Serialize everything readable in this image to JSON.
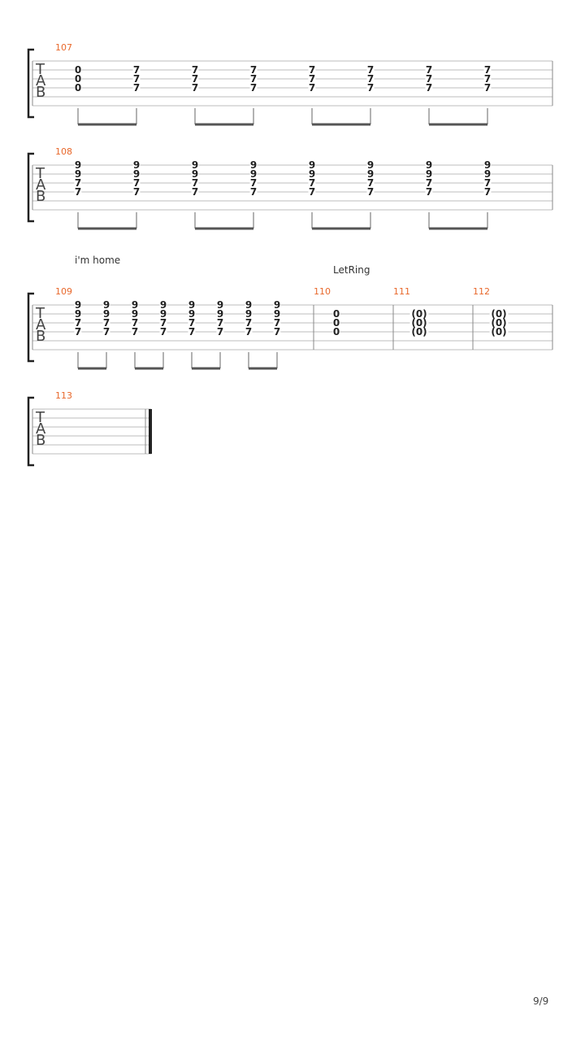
{
  "page": {
    "number_label": "9/9"
  },
  "tab_clef": [
    "T",
    "A",
    "B"
  ],
  "annotations": {
    "lyric": "i'm home",
    "let_ring": "LetRing"
  },
  "systems": [
    {
      "id": "system-1",
      "measures": [
        {
          "number": "107",
          "beats": [
            {
              "notes": [
                "0",
                "0",
                "0"
              ],
              "start_string": 1
            },
            {
              "notes": [
                "7",
                "7",
                "7"
              ],
              "start_string": 1
            },
            {
              "notes": [
                "7",
                "7",
                "7"
              ],
              "start_string": 1
            },
            {
              "notes": [
                "7",
                "7",
                "7"
              ],
              "start_string": 1
            },
            {
              "notes": [
                "7",
                "7",
                "7"
              ],
              "start_string": 1
            },
            {
              "notes": [
                "7",
                "7",
                "7"
              ],
              "start_string": 1
            },
            {
              "notes": [
                "7",
                "7",
                "7"
              ],
              "start_string": 1
            },
            {
              "notes": [
                "7",
                "7",
                "7"
              ],
              "start_string": 1
            }
          ],
          "beam_pairs": [
            [
              0,
              1
            ],
            [
              2,
              3
            ],
            [
              4,
              5
            ],
            [
              6,
              7
            ]
          ]
        }
      ]
    },
    {
      "id": "system-2",
      "measures": [
        {
          "number": "108",
          "beats": [
            {
              "notes": [
                "9",
                "9",
                "7",
                "7"
              ],
              "start_string": 0
            },
            {
              "notes": [
                "9",
                "9",
                "7",
                "7"
              ],
              "start_string": 0
            },
            {
              "notes": [
                "9",
                "9",
                "7",
                "7"
              ],
              "start_string": 0
            },
            {
              "notes": [
                "9",
                "9",
                "7",
                "7"
              ],
              "start_string": 0
            },
            {
              "notes": [
                "9",
                "9",
                "7",
                "7"
              ],
              "start_string": 0
            },
            {
              "notes": [
                "9",
                "9",
                "7",
                "7"
              ],
              "start_string": 0
            },
            {
              "notes": [
                "9",
                "9",
                "7",
                "7"
              ],
              "start_string": 0
            },
            {
              "notes": [
                "9",
                "9",
                "7",
                "7"
              ],
              "start_string": 0
            }
          ],
          "beam_pairs": [
            [
              0,
              1
            ],
            [
              2,
              3
            ],
            [
              4,
              5
            ],
            [
              6,
              7
            ]
          ]
        }
      ]
    },
    {
      "id": "system-3",
      "measures": [
        {
          "number": "109",
          "beats": [
            {
              "notes": [
                "9",
                "9",
                "7",
                "7"
              ],
              "start_string": 0
            },
            {
              "notes": [
                "9",
                "9",
                "7",
                "7"
              ],
              "start_string": 0
            },
            {
              "notes": [
                "9",
                "9",
                "7",
                "7"
              ],
              "start_string": 0
            },
            {
              "notes": [
                "9",
                "9",
                "7",
                "7"
              ],
              "start_string": 0
            },
            {
              "notes": [
                "9",
                "9",
                "7",
                "7"
              ],
              "start_string": 0
            },
            {
              "notes": [
                "9",
                "9",
                "7",
                "7"
              ],
              "start_string": 0
            },
            {
              "notes": [
                "9",
                "9",
                "7",
                "7"
              ],
              "start_string": 0
            },
            {
              "notes": [
                "9",
                "9",
                "7",
                "7"
              ],
              "start_string": 0
            }
          ],
          "beam_pairs": [
            [
              0,
              1
            ],
            [
              2,
              3
            ],
            [
              4,
              5
            ],
            [
              6,
              7
            ]
          ]
        },
        {
          "number": "110",
          "beats": [
            {
              "notes": [
                "0",
                "0",
                "0"
              ],
              "start_string": 1
            }
          ],
          "beam_pairs": []
        },
        {
          "number": "111",
          "beats": [
            {
              "notes": [
                "(0)",
                "(0)",
                "(0)"
              ],
              "start_string": 1
            }
          ],
          "beam_pairs": []
        },
        {
          "number": "112",
          "beats": [
            {
              "notes": [
                "(0)",
                "(0)",
                "(0)"
              ],
              "start_string": 1
            }
          ],
          "beam_pairs": []
        }
      ]
    },
    {
      "id": "system-4",
      "measures": [
        {
          "number": "113",
          "beats": [],
          "beam_pairs": [],
          "final": true
        }
      ]
    }
  ]
}
